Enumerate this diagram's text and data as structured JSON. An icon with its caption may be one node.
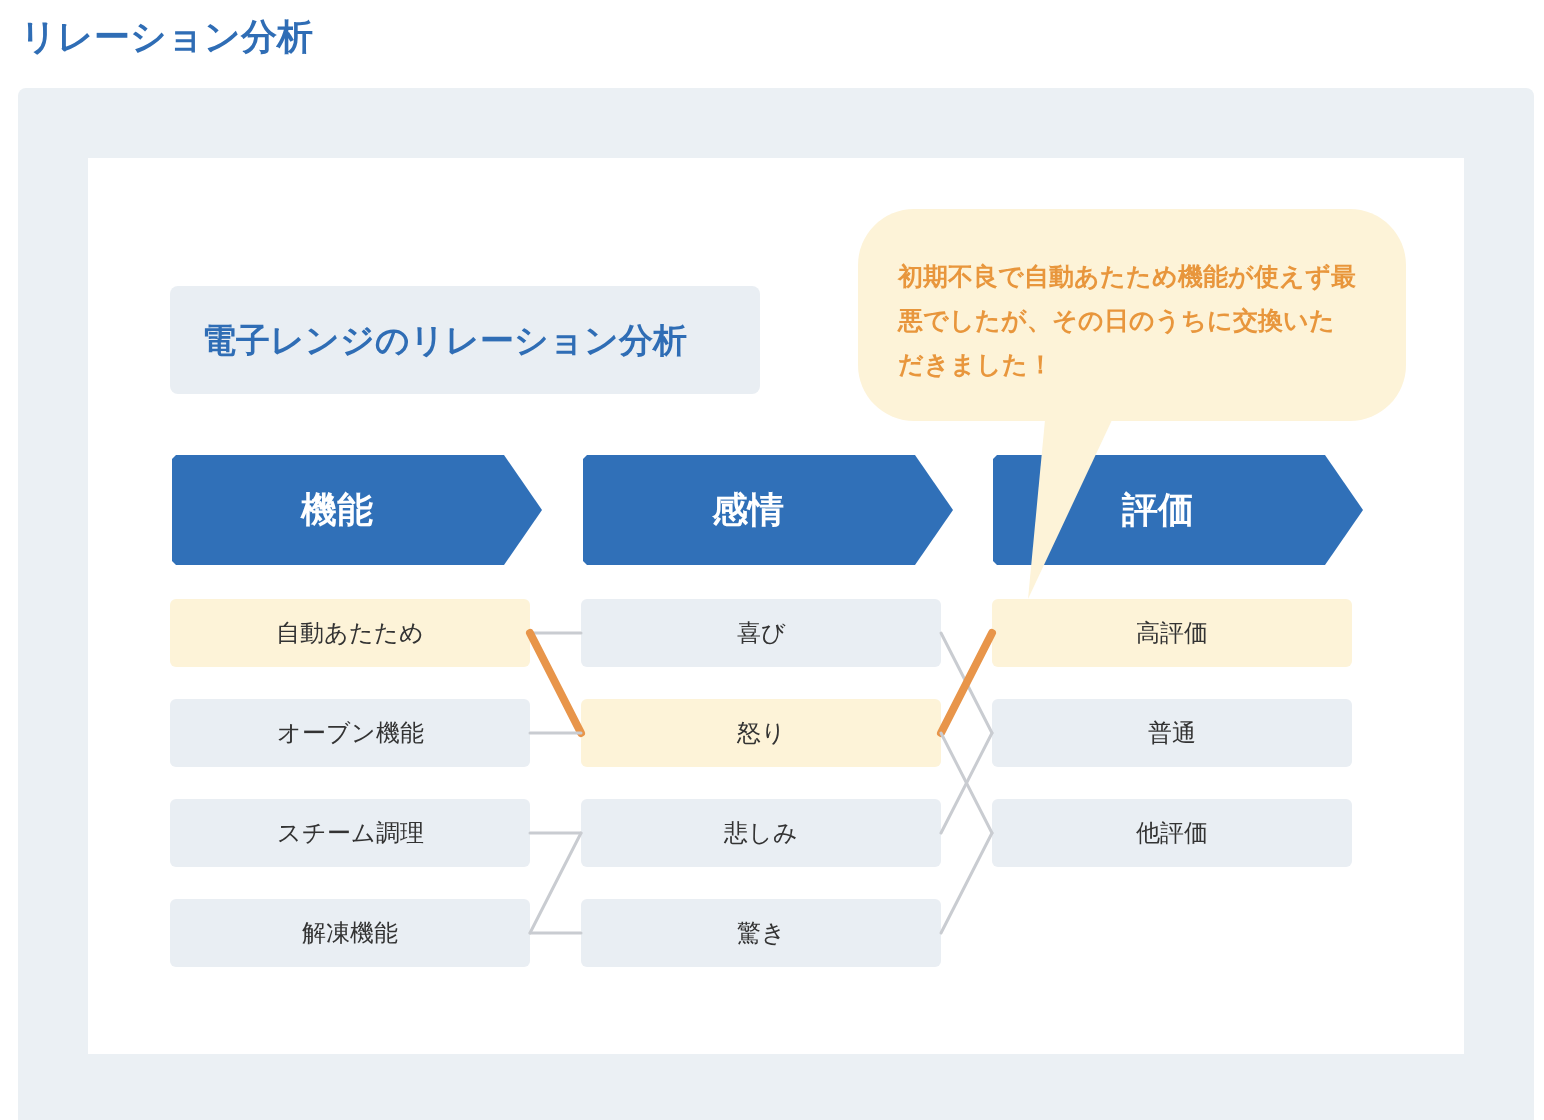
{
  "diagram": {
    "title": "リレーション分析",
    "nodes": [
      {
        "text": [
          "電子レンジのリレーション分析"
        ]
      },
      {
        "text": [
          "初期不良で自動あたため機能が使えず最悪でしたが、その日のうちに交換いただきました！"
        ]
      },
      {
        "text": [
          "機能"
        ]
      },
      {
        "text": [
          "感情"
        ]
      },
      {
        "text": [
          "評価"
        ]
      },
      {
        "text": [
          "自動あたため"
        ]
      },
      {
        "text": [
          "喜び"
        ]
      },
      {
        "text": [
          "高評価"
        ]
      },
      {
        "text": [
          "オーブン機能"
        ]
      },
      {
        "text": [
          "怒り"
        ]
      },
      {
        "text": [
          "普通"
        ]
      },
      {
        "text": [
          "スチーム調理"
        ]
      },
      {
        "text": [
          "悲しみ"
        ]
      },
      {
        "text": [
          "他評価"
        ]
      },
      {
        "text": [
          "解凍機能"
        ]
      },
      {
        "text": [
          "驚き"
        ]
      }
    ],
    "edges": [
      {
        "from": 5,
        "to": 6,
        "arrow": "none"
      },
      {
        "from": 5,
        "to": 9,
        "arrow": "none",
        "style": "thick",
        "color": "#e8954a"
      },
      {
        "from": 8,
        "to": 9,
        "arrow": "none"
      },
      {
        "from": 11,
        "to": 12,
        "arrow": "none"
      },
      {
        "from": 14,
        "to": 12,
        "arrow": "none"
      },
      {
        "from": 14,
        "to": 15,
        "arrow": "none"
      },
      {
        "from": 6,
        "to": 10,
        "arrow": "none"
      },
      {
        "from": 9,
        "to": 7,
        "arrow": "none",
        "style": "thick",
        "color": "#e8954a"
      },
      {
        "from": 9,
        "to": 13,
        "arrow": "none"
      },
      {
        "from": 12,
        "to": 10,
        "arrow": "none"
      },
      {
        "from": 15,
        "to": 13,
        "arrow": "none"
      },
      {
        "from": 1,
        "to": 7,
        "arrow": "to"
      }
    ]
  }
}
